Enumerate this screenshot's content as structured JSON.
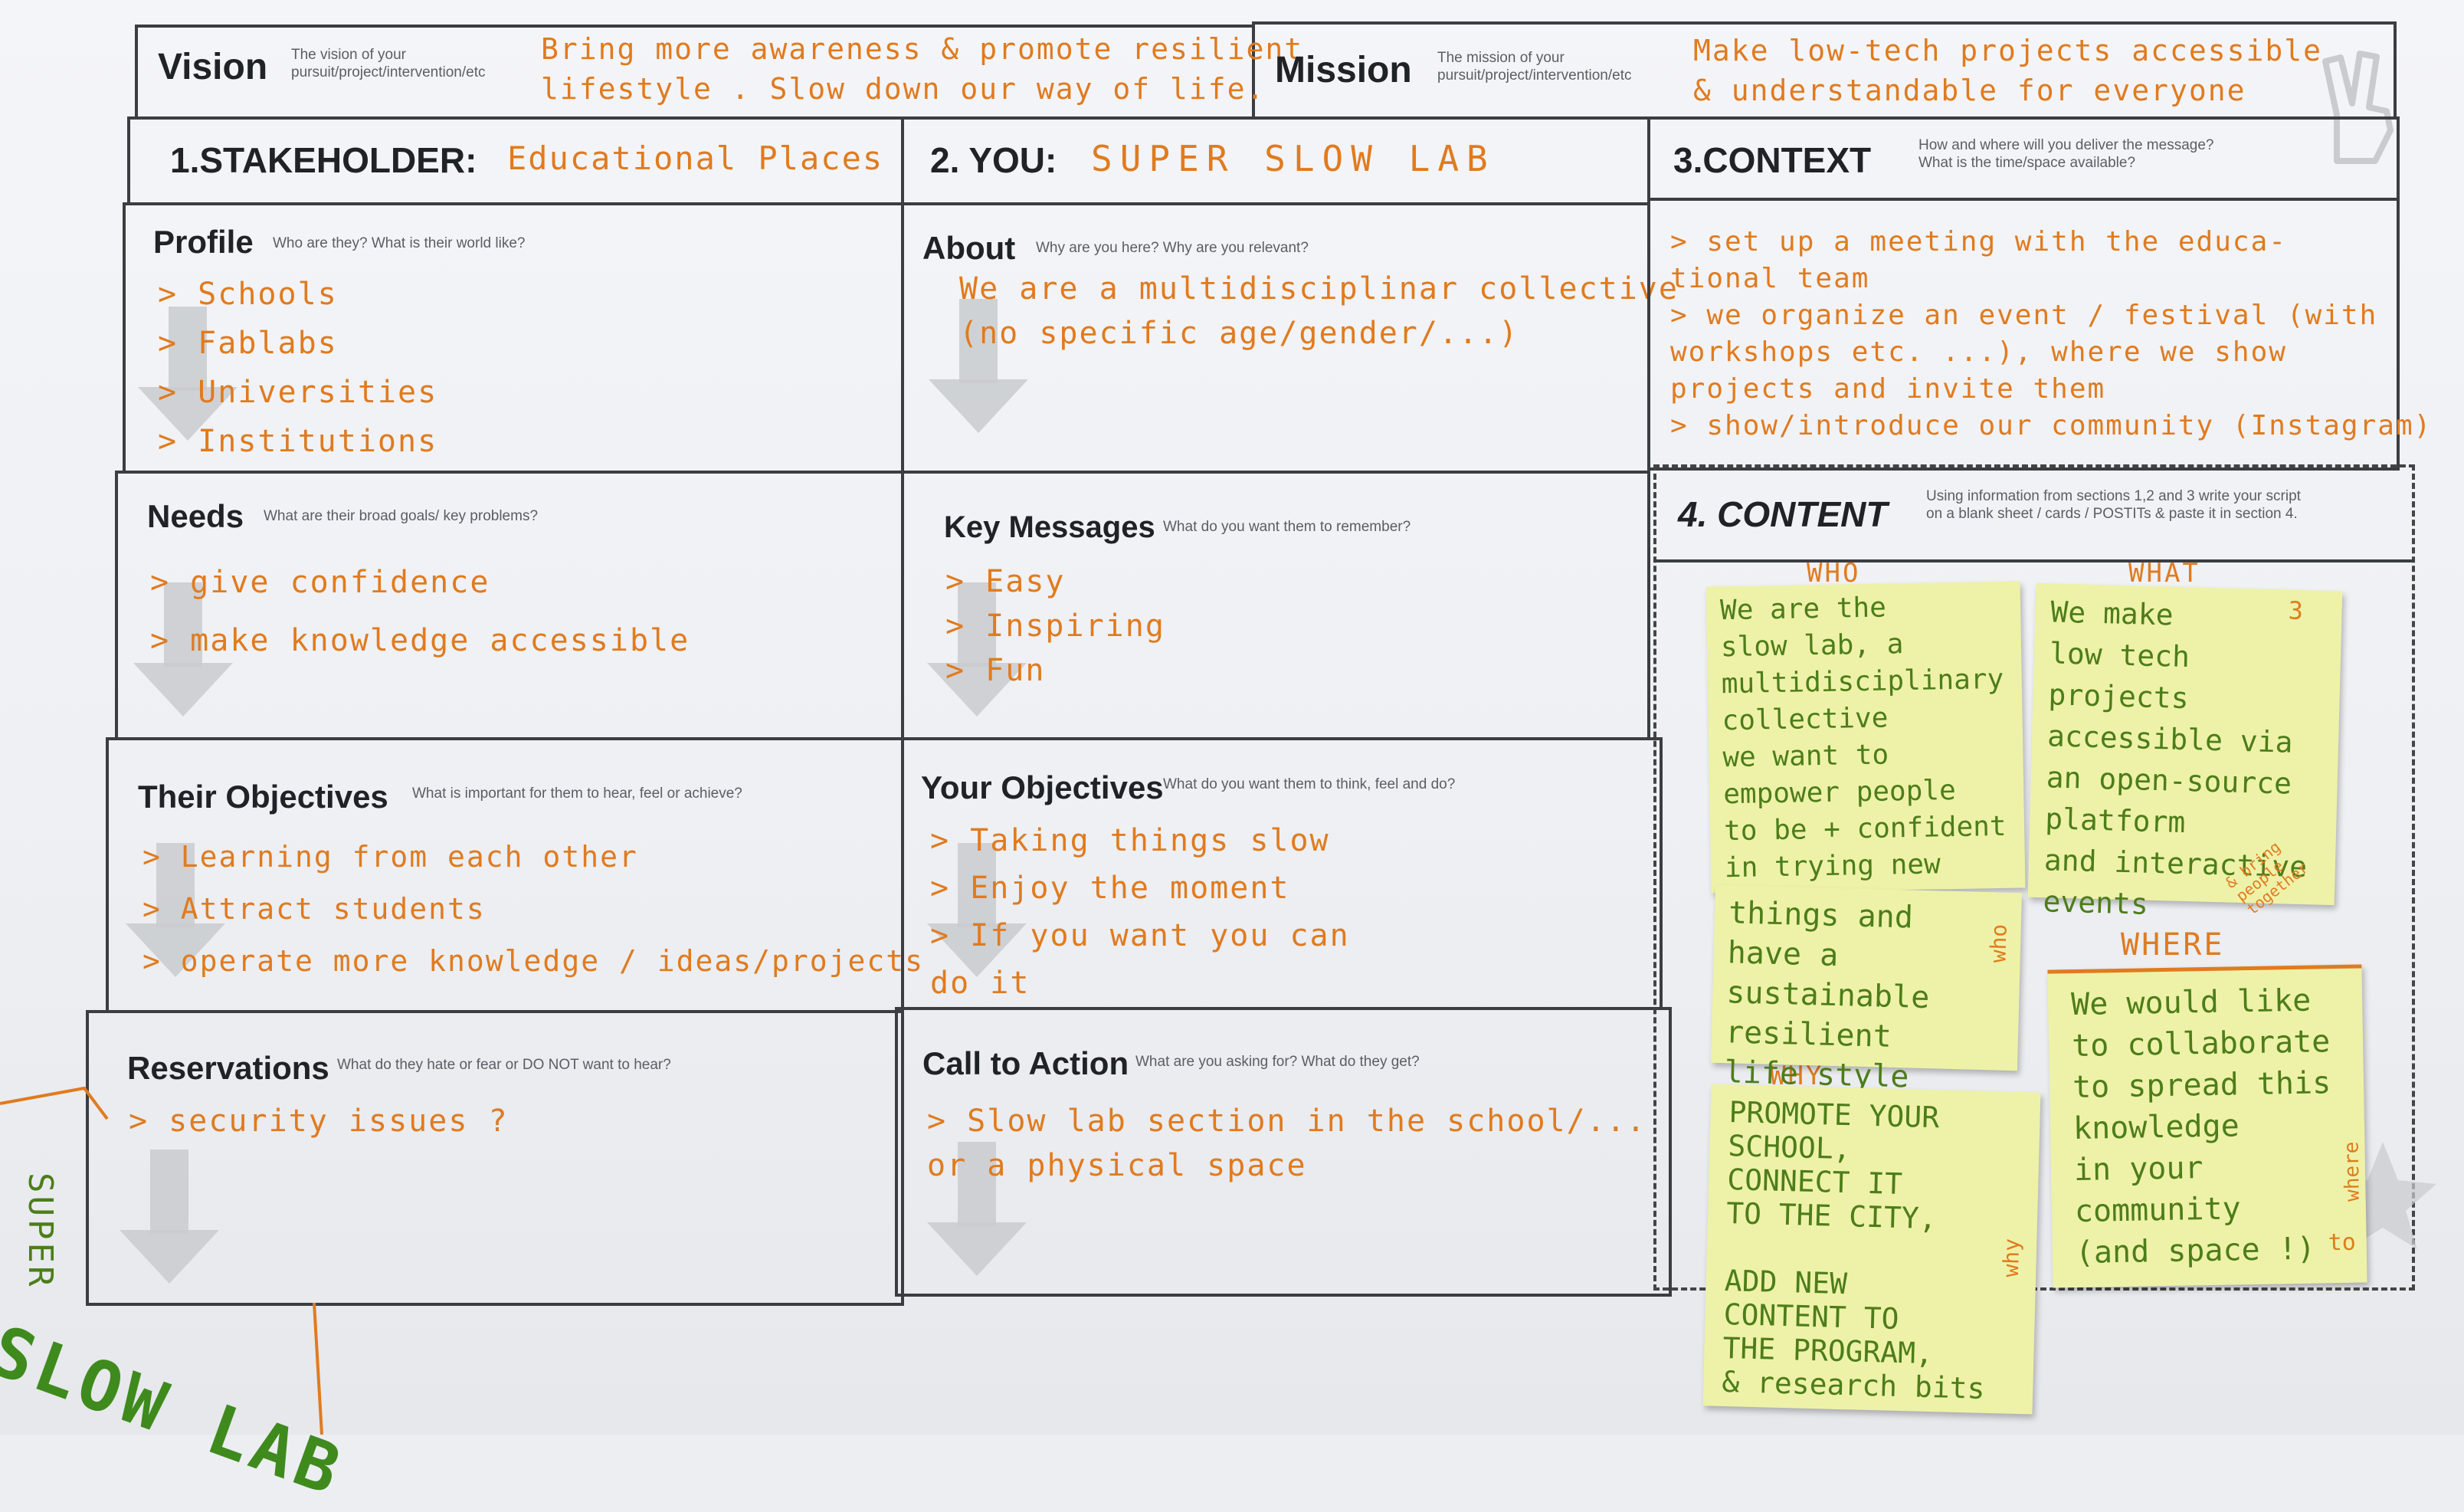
{
  "vision": {
    "title": "Vision",
    "hint": "The vision of your pursuit/project/intervention/etc",
    "text": "Bring more awareness & promote resilient\nlifestyle . Slow down our way of life."
  },
  "mission": {
    "title": "Mission",
    "hint": "The mission of your pursuit/project/intervention/etc",
    "text": "Make low-tech projects accessible\n& understandable for everyone"
  },
  "stakeholder": {
    "title": "1.STAKEHOLDER:",
    "value": "Educational Places",
    "profile": {
      "title": "Profile",
      "hint": "Who are they? What is their world like?",
      "text": "> Schools\n> Fablabs\n> Universities\n> Institutions"
    },
    "needs": {
      "title": "Needs",
      "hint": "What are their broad goals/ key problems?",
      "text": "> give confidence\n> make knowledge accessible"
    },
    "objectives": {
      "title": "Their Objectives",
      "hint": "What is important for them to hear, feel or achieve?",
      "text": "> Learning from each other\n> Attract students\n> operate more knowledge / ideas/projects"
    },
    "reservations": {
      "title": "Reservations",
      "hint": "What do they hate or fear or DO NOT want to hear?",
      "text": "> security issues ?"
    }
  },
  "you": {
    "title": "2. YOU:",
    "value": "SUPER SLOW LAB",
    "about": {
      "title": "About",
      "hint": "Why are you here? Why are you relevant?",
      "text": "We are a multidisciplinar collective\n(no specific age/gender/...)"
    },
    "key_messages": {
      "title": "Key Messages",
      "hint": "What do you want them to remember?",
      "text": "> Easy\n> Inspiring\n> Fun"
    },
    "your_objectives": {
      "title": "Your Objectives",
      "hint": "What do you want them to think, feel and do?",
      "text": "> Taking things slow\n> Enjoy the moment\n> If you want you can\n   do it"
    },
    "call_to_action": {
      "title": "Call to Action",
      "hint": "What are you asking for? What do they get?",
      "text": "> Slow lab section in the school/...\n  or a physical space"
    }
  },
  "context": {
    "title": "3.CONTEXT",
    "hint": "How and where will you deliver the message?\nWhat is the time/space available?",
    "text": "> set up a meeting with the educa-\n  tional team\n> we organize an event / festival (with\n  workshops etc. ...), where we show\n  projects and invite them\n> show/introduce our community (Instagram)"
  },
  "content": {
    "title": "4. CONTENT",
    "hint": "Using information from sections 1,2 and 3 write your script\non a blank sheet / cards / POSTITs & paste it in section 4.",
    "who_label": "WHO",
    "what_label": "WHAT",
    "where_label": "WHERE",
    "why_label": "WHY",
    "note_who_1": "We are the\nslow lab, a\nmultidisciplinary\ncollective\nwe want to\nempower people\nto be + confident\nin trying new",
    "note_who_2": "things and\nhave a sustainable\nresilient\nlife style",
    "note_who_2_tag": "who",
    "note_what": "We make\nlow tech projects\naccessible via\nan open-source\nplatform\nand interactive\nevents",
    "note_what_tag": "& bring people together",
    "note_what_num": "3",
    "note_where": "We would like\nto collaborate\nto spread this\nknowledge\nin your\ncommunity\n(and space !)",
    "note_where_tag": "where",
    "note_where_to": "to",
    "note_why": "PROMOTE YOUR\nSCHOOL,\nCONNECT IT\nTO THE CITY,\n\nADD NEW\nCONTENT TO\nTHE PROGRAM,\n& research bits",
    "note_why_tag": "why"
  },
  "margin_sign": {
    "line1": "SUPER",
    "line2": "SLOW LAB"
  },
  "colors": {
    "ink_orange": "#e07b1f",
    "ink_green": "#4d7d1a",
    "postit": "#eef2a8",
    "grid_line": "#3a3d42"
  }
}
